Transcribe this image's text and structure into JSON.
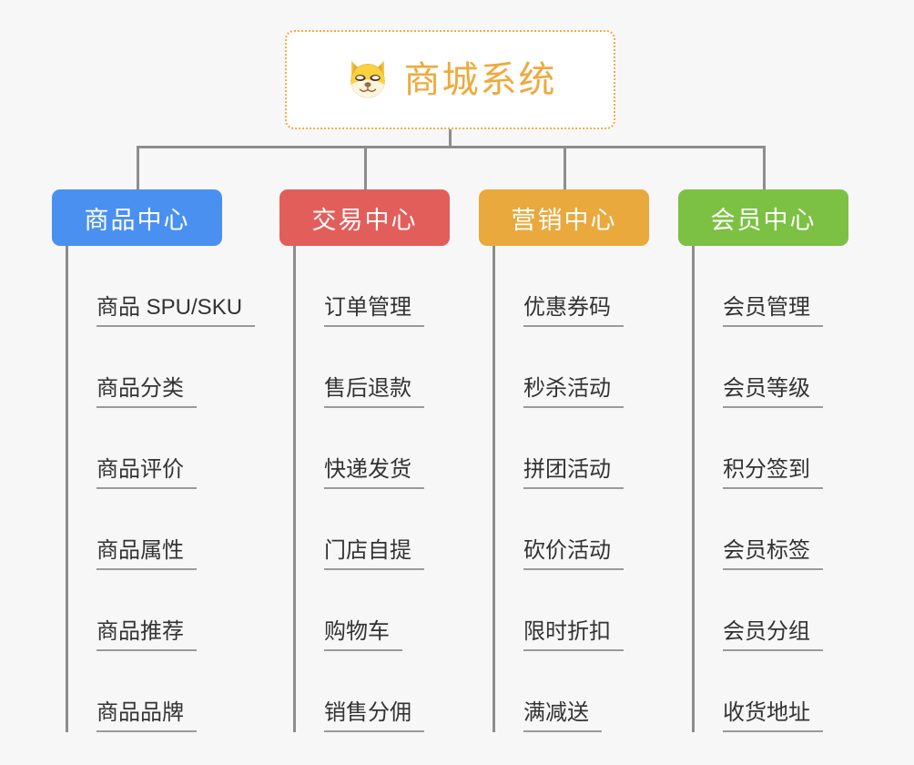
{
  "root": {
    "title": "商城系统",
    "icon": "shiba-dog-icon",
    "border_color": "#eeab48",
    "text_color": "#efa93c",
    "background": "#ffffff"
  },
  "canvas": {
    "background": "#f7f7f7",
    "connector_color": "#8d8d8d"
  },
  "branches": [
    {
      "label": "商品中心",
      "color": "#4a90f0",
      "items": [
        "商品 SPU/SKU",
        "商品分类",
        "商品评价",
        "商品属性",
        "商品推荐",
        "商品品牌"
      ]
    },
    {
      "label": "交易中心",
      "color": "#e25e5b",
      "items": [
        "订单管理",
        "售后退款",
        "快递发货",
        "门店自提",
        "购物车",
        "销售分佣"
      ]
    },
    {
      "label": "营销中心",
      "color": "#e9a93c",
      "items": [
        "优惠券码",
        "秒杀活动",
        "拼团活动",
        "砍价活动",
        "限时折扣",
        "满减送"
      ]
    },
    {
      "label": "会员中心",
      "color": "#7cc143",
      "items": [
        "会员管理",
        "会员等级",
        "积分签到",
        "会员标签",
        "会员分组",
        "收货地址"
      ]
    }
  ]
}
